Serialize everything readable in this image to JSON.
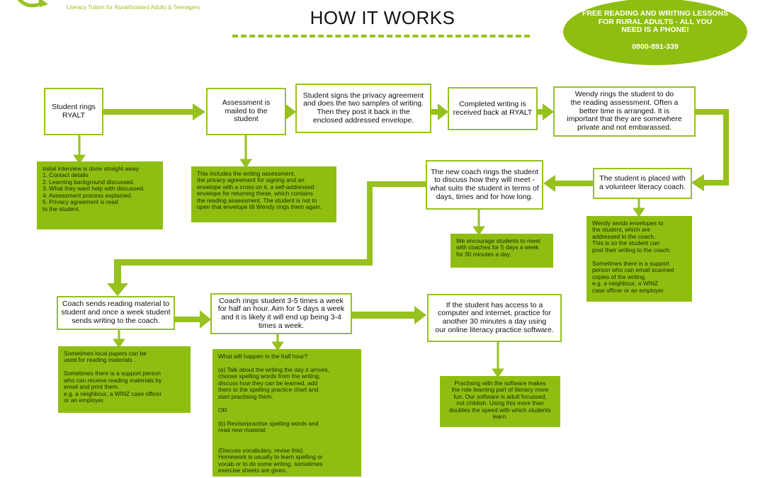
{
  "header": {
    "tagline": "Literacy Tuition for Rural/Isolated Adults & Teenagers",
    "title": "HOW IT WORKS"
  },
  "promo": {
    "line1": "FREE READING AND WRITING LESSONS\nFOR RURAL ADULTS - ALL YOU\nNEED IS A PHONE!",
    "phone": "0800-891-339"
  },
  "colors": {
    "accent": "#97c11f",
    "note_background": "#8fbe12"
  },
  "steps": {
    "rings": "Student rings\nRYALT",
    "mailed": "Assessment is\nmailed to the\nstudent",
    "signs": "Student signs the privacy agreement\nand does the two samples of writing.\nThen they post it back in the\nenclosed addressed envelope.",
    "received": "Completed writing is\nreceived back at RYALT",
    "wendy": "Wendy rings the student to do\nthe reading assessment. Often a\nbetter time is arranged. It is\nimportant that they are somewhere\nprivate and not embarassed.",
    "placed": "The student is placed with\na volunteer literacy coach.",
    "coach_rings": "The new coach rings the student\nto discuss how they will meet -\nwhat suits the student in terms of\ndays, times and for how long.",
    "sends_material": "Coach sends reading material to\nstudent and once a week student\nsends writing to the coach.",
    "rings_times": "Coach rings student 3-5 times a week\nfor half an hour. Aim for 5 days a week\nand it is likely it will end up being 3-4\ntimes a week.",
    "computer": "If the student has access to a\ncomputer and internet, practice for\nanother 30 minutes a day using\nour online literacy practice software."
  },
  "notes": {
    "initial": "Initial interview is done straight away\n1. Contact details\n2. Learning background discussed.\n3. What they want help with discussed.\n4. Assessment process explained.\n5. Privacy agreement is read\n    to the student.",
    "includes": "This includes the writing assessment,\nthe privacy agreement for signing and an\nenvelope with a cross on it, a self-addressed\nenvelope for returning these, which contains\nthe reading assessment. The student is not to\nopen that envelope till Wendy rings them again.",
    "encourage": "We encourage students to meet\nwith coaches for 5 days a week\nfor 30 minutes a day.",
    "envelopes": "Wendy sends envelopes to\nthe student, which are\naddressed to the coach.\nThis is so the student can\npost their writing to the coach.\n\nSometimes there is a support\nperson who can email scanned\ncopies of the writing.\ne.g. a neighbour, a WINZ\ncase officer or an employer.",
    "papers": "Sometimes local papers can be\nused for reading materials .\n\nSometimes there is a support person\nwho can receive reading materials by\nemail and print them.\ne.g. a neighbour, a WINZ case officer\nor an employer.",
    "half_hour": "What will happen in the half hour?\n\n(a) Talk about the writing the day it arrives,\n      choose spelling words from the writing,\n      discuss how they can be learned, add\n      them to the spelling practice chart and\n      start practising them.\n\nOR\n\n(b) Revise/practise spelling words and\n      read new material\n\n\n(Discuss vocabulary, revise this).\nHomework is usually to learn spelling or\nvocab or to do some writing. sometimes\nexercise sheets are given.",
    "software": "Practising with the software makes\nthe rote learning part of literacy more\nfun. Our software is adult focussed,\nnot childish. Using this more than\ndoubles the speed with which students\nlearn."
  }
}
